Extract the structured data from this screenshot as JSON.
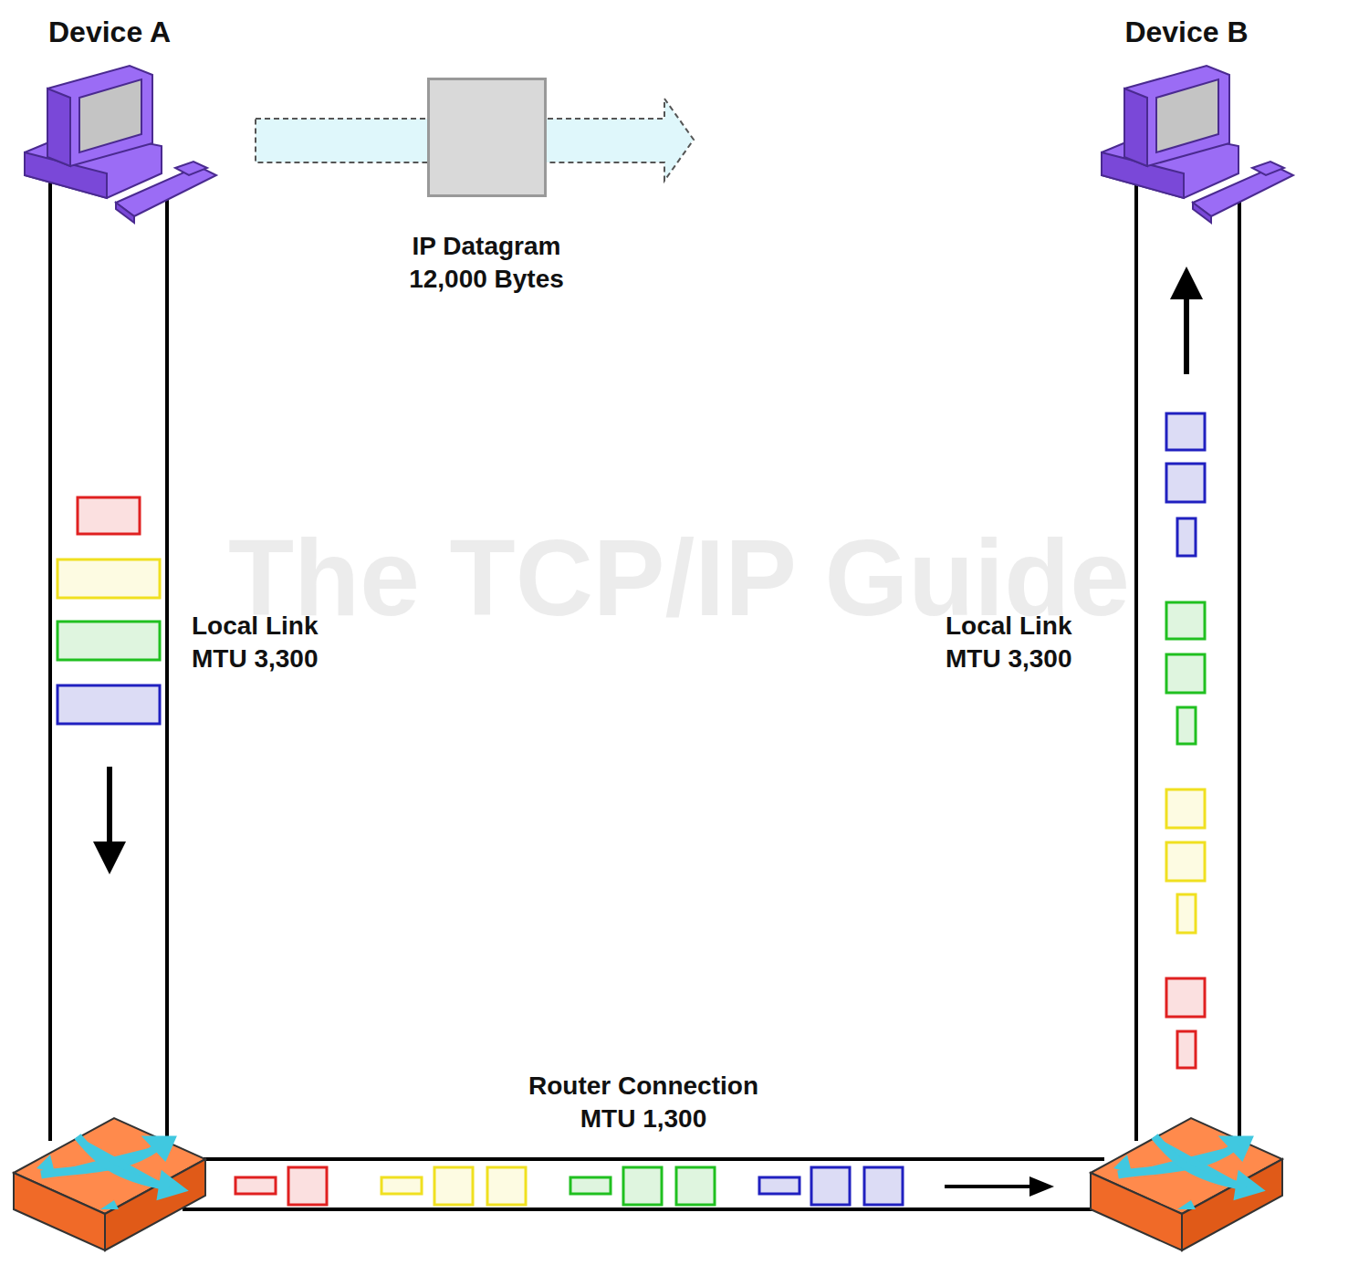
{
  "diagram": {
    "nodes": [
      {
        "text": [
          "Device A"
        ]
      },
      {
        "text": [
          "IP Datagram 12,000 Bytes"
        ]
      },
      {
        "text": [
          "Device B"
        ]
      }
    ],
    "labels": [
      "Local Link MTU 3,300",
      "Local Link MTU 3,300",
      "Router Connection MTU 1,300",
      "The TCP/IP Guide"
    ]
  }
}
